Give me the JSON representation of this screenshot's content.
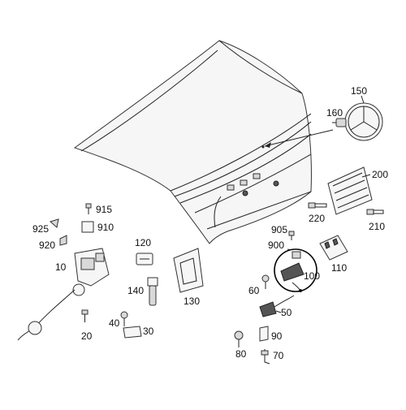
{
  "diagram": {
    "callouts": {
      "c10": "10",
      "c20": "20",
      "c30": "30",
      "c40": "40",
      "c50": "50",
      "c60": "60",
      "c70": "70",
      "c80": "80",
      "c90": "90",
      "c100": "100",
      "c110": "110",
      "c120": "120",
      "c130": "130",
      "c140": "140",
      "c150": "150",
      "c160": "160",
      "c200": "200",
      "c210": "210",
      "c220": "220",
      "c900": "900",
      "c905": "905",
      "c910": "910",
      "c915": "915",
      "c920": "920",
      "c925": "925"
    },
    "colors": {
      "line": "#222222",
      "part_fill": "#f6f6f6",
      "part_shade": "#d9d9d9",
      "highlight_circle": "#000000"
    },
    "icons": [
      "trunk-lid",
      "star-emblem",
      "license-plate-bracket",
      "lock-mechanism",
      "cable",
      "bolt",
      "clip"
    ]
  }
}
